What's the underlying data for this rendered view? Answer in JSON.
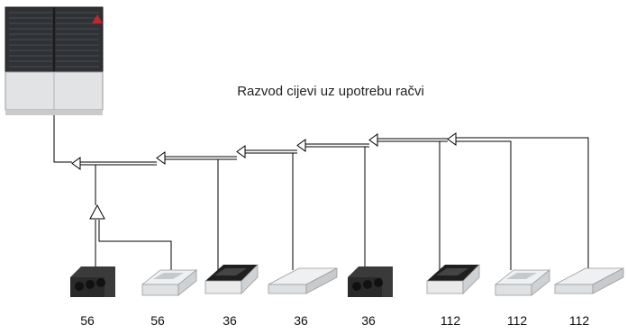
{
  "caption": "Razvod cijevi uz upotrebu račvi",
  "outdoor_unit": {
    "icon": "outdoor-condenser-unit-icon"
  },
  "indoor_units": [
    {
      "type": "ducted",
      "capacity": "56"
    },
    {
      "type": "cassette-white",
      "capacity": "56"
    },
    {
      "type": "cassette-black",
      "capacity": "36"
    },
    {
      "type": "ceiling-suspended",
      "capacity": "36"
    },
    {
      "type": "ducted",
      "capacity": "36"
    },
    {
      "type": "cassette-black",
      "capacity": "112"
    },
    {
      "type": "cassette-white",
      "capacity": "112"
    },
    {
      "type": "ceiling-suspended",
      "capacity": "112"
    }
  ],
  "colors": {
    "pipe": "#000000",
    "unit_dark": "#2b2b2b",
    "unit_light": "#e6e8ea"
  }
}
